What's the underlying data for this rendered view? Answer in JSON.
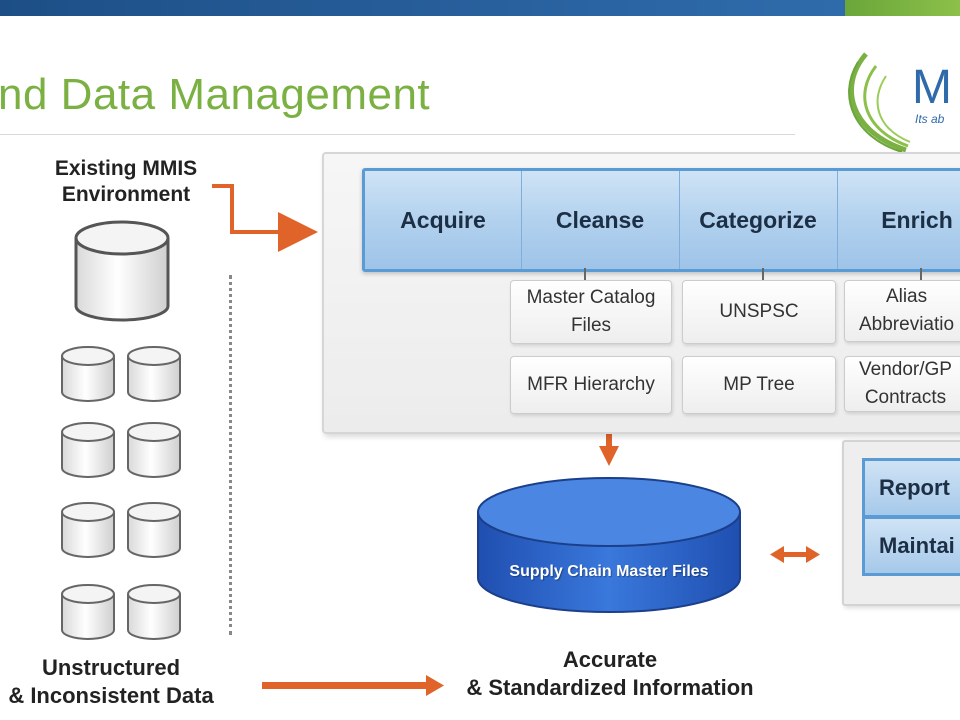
{
  "title": "nd Data Management",
  "logo": {
    "letters": "M",
    "tagline": "Its ab"
  },
  "left": {
    "existing_label_line1": "Existing MMIS",
    "existing_label_line2": "Environment",
    "unstructured_line1": "Unstructured",
    "unstructured_line2": "& Inconsistent Data"
  },
  "process": {
    "steps": [
      "Acquire",
      "Cleanse",
      "Categorize",
      "Enrich"
    ],
    "boxes": {
      "master_catalog": "Master Catalog\nFiles",
      "unspsc": "UNSPSC",
      "alias": "Alias\nAbbreviatio",
      "mfr_hierarchy": "MFR Hierarchy",
      "mp_tree": "MP Tree",
      "vendor": "Vendor/GP\nContracts"
    }
  },
  "master_files": {
    "label": "Supply Chain Master Files"
  },
  "output": {
    "line1": "Accurate",
    "line2": "& Standardized Information"
  },
  "right_panel": {
    "item1": "Report",
    "item2": "Maintai"
  },
  "colors": {
    "title_green": "#7bb043",
    "arrow_orange": "#e0642a",
    "step_blue": "#5b9bd5",
    "cylinder_blue": "#2a63c9"
  }
}
